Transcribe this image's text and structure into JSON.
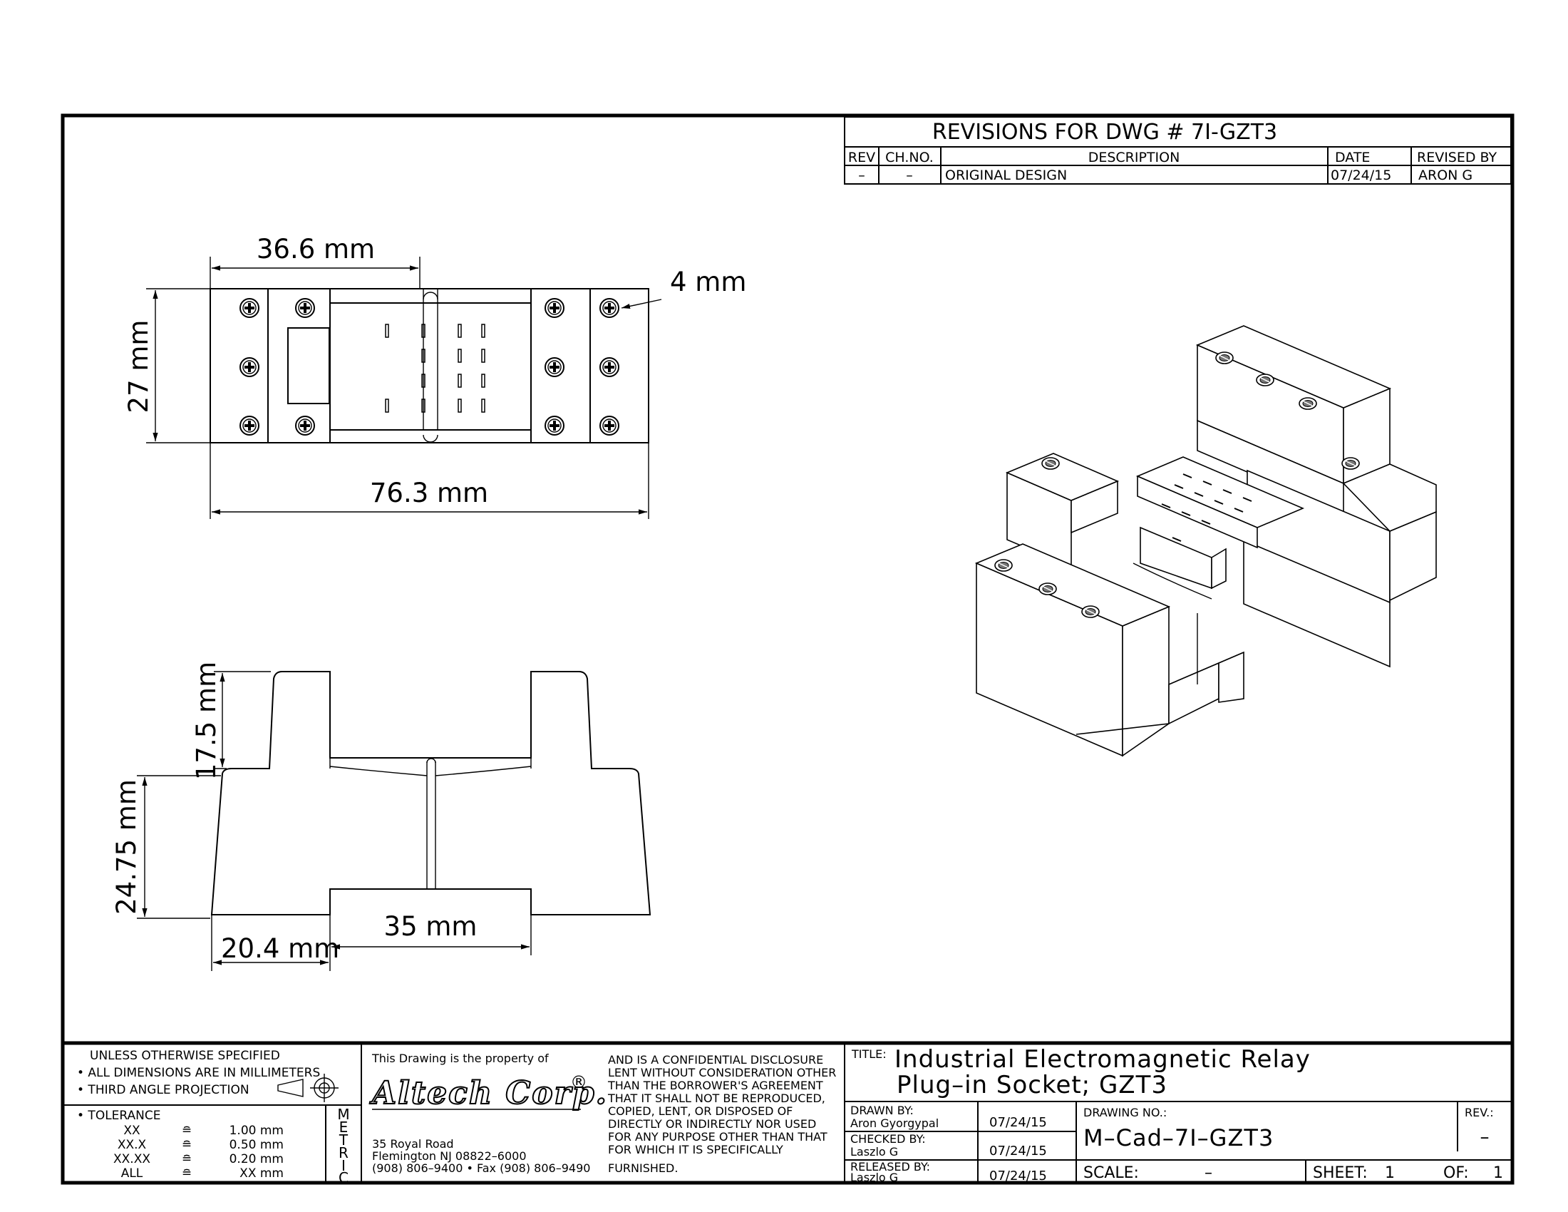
{
  "revisions": {
    "title": "REVISIONS FOR DWG # 7I-GZT3",
    "headers": {
      "rev": "REV",
      "ch_no": "CH.NO.",
      "description": "DESCRIPTION",
      "date": "DATE",
      "revised_by": "REVISED BY"
    },
    "row": {
      "rev": "–",
      "ch_no": "–",
      "description": "ORIGINAL DESIGN",
      "date": "07/24/15",
      "revised_by": "ARON G"
    }
  },
  "dimensions": {
    "top_width": "36.6 mm",
    "hole": "4 mm",
    "height": "27 mm",
    "overall": "76.3  mm",
    "side_upper": "17.5 mm",
    "side_lower": "24.75 mm",
    "side_foot": "20.4 mm",
    "side_gap": "35 mm"
  },
  "spec": {
    "line1": "UNLESS OTHERWISE SPECIFIED",
    "line2": "• ALL DIMENSIONS ARE IN MILLIMETERS",
    "line3": "• THIRD ANGLE PROJECTION",
    "tolerance_label": "• TOLERANCE",
    "tolerances": [
      {
        "k": "XX",
        "s": "≘",
        "v": "1.00 mm"
      },
      {
        "k": "XX.X",
        "s": "≘",
        "v": "0.50 mm"
      },
      {
        "k": "XX.XX",
        "s": "≘",
        "v": "0.20 mm"
      },
      {
        "k": "ALL",
        "s": "≘",
        "v": "XX mm"
      }
    ],
    "metric": [
      "M",
      "E",
      "T",
      "R",
      "I",
      "C"
    ]
  },
  "company": {
    "property_line": "This Drawing is the property of",
    "name": "Altech Corp.",
    "reg": "®",
    "addr1": "35 Royal Road",
    "addr2": "Flemington NJ 08822–6000",
    "addr3": "(908) 806–9400 • Fax (908) 806–9490",
    "disclosure": [
      "AND IS A CONFIDENTIAL DISCLOSURE",
      "LENT WITHOUT CONSIDERATION OTHER",
      "THAN THE BORROWER'S AGREEMENT",
      "THAT IT SHALL NOT BE REPRODUCED,",
      "COPIED, LENT, OR DISPOSED OF",
      "DIRECTLY OR INDIRECTLY NOR USED",
      "FOR ANY PURPOSE OTHER THAN THAT",
      "FOR WHICH IT IS SPECIFICALLY",
      "FURNISHED."
    ]
  },
  "title_block": {
    "title_label": "TITLE:",
    "title_line1": "Industrial Electromagnetic Relay",
    "title_line2": "Plug–in Socket; GZT3",
    "drawn_by_label": "DRAWN BY:",
    "drawn_by": "Aron Gyorgypal",
    "drawn_date": "07/24/15",
    "checked_by_label": "CHECKED BY:",
    "checked_by": "Laszlo G",
    "checked_date": "07/24/15",
    "released_by_label": "RELEASED BY:",
    "released_by": "Laszlo G",
    "released_date": "07/24/15",
    "drawing_no_label": "DRAWING NO.:",
    "drawing_no": "M–Cad–7I–GZT3",
    "rev_label": "REV.:",
    "rev": "–",
    "scale_label": "SCALE:",
    "scale": "–",
    "sheet_label": "SHEET:",
    "sheet": "1",
    "of_label": "OF:",
    "of": "1"
  }
}
